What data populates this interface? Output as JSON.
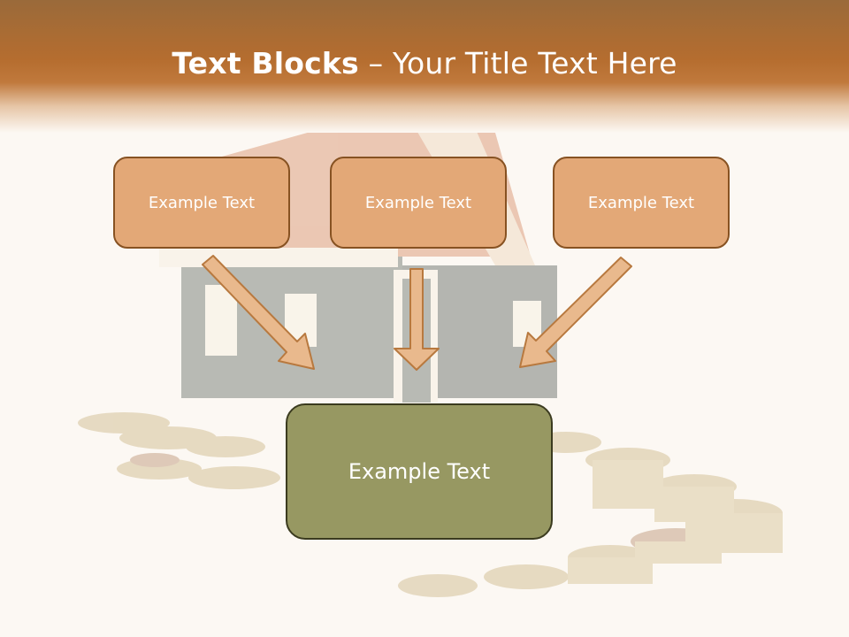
{
  "title": {
    "bold": "Text Blocks",
    "separator": " – ",
    "rest": "Your Title Text Here"
  },
  "blocks": [
    {
      "label": "Example Text"
    },
    {
      "label": "Example Text"
    },
    {
      "label": "Example Text"
    }
  ],
  "main_block": {
    "label": "Example Text"
  },
  "colors": {
    "header": "#b56d2f",
    "small_box_fill": "#e3a877",
    "small_box_border": "#875222",
    "main_box_fill": "#979862",
    "main_box_border": "#3b3b1f",
    "arrow_fill": "#e9b98d",
    "arrow_stroke": "#b8793f",
    "background": "#fcf8f3"
  }
}
